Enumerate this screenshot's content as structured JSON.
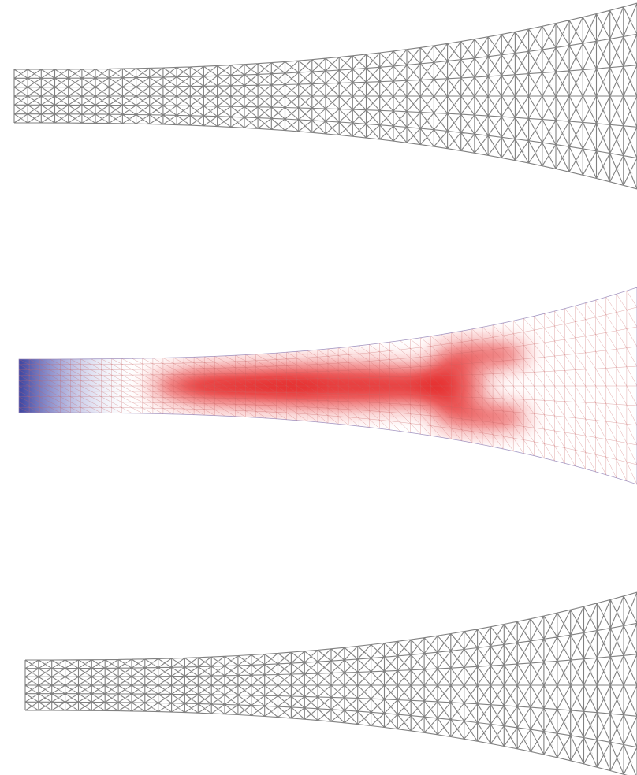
{
  "figure": {
    "panels": [
      {
        "id": "truss-top",
        "kind": "lattice-wireframe",
        "stroke": "#6b6b6b",
        "highlight": "#e6e6e6"
      },
      {
        "id": "stress-field",
        "kind": "colored-mesh",
        "mesh_stroke": "#c86464",
        "hot_color": "#e41e1e",
        "cold_color": "#3c44a0",
        "neutral_color": "#ffffff"
      },
      {
        "id": "truss-bottom",
        "kind": "lattice-wireframe",
        "stroke": "#6b6b6b",
        "highlight": "#e6e6e6"
      }
    ]
  }
}
